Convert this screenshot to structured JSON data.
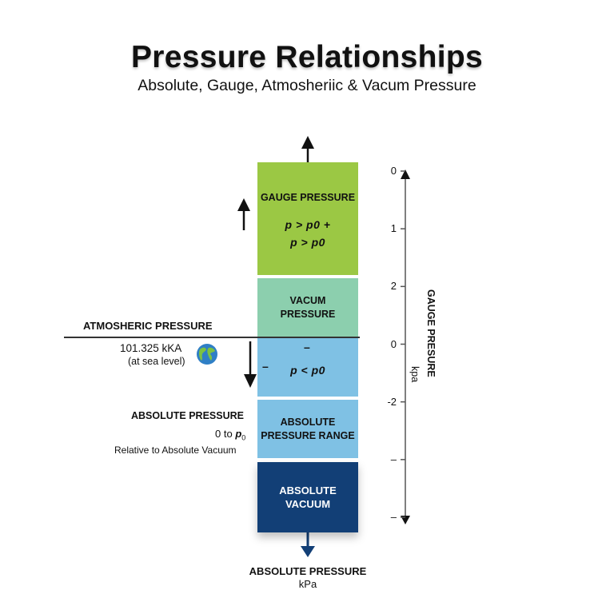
{
  "title": "Pressure Relationships",
  "subtitle": "Absolute, Gauge, Atmosheriic & Vacum Pressure",
  "colors": {
    "gauge": "#9bc844",
    "vacuum": "#8ccfae",
    "below_atm": "#7fc1e4",
    "absolute_range": "#7fc1e4",
    "absolute_vacuum": "#123f76"
  },
  "blocks": {
    "gauge": {
      "label": "GAUGE PRESSURE",
      "formula1": "p > p0 +",
      "formula2": "p > p0"
    },
    "vacuum": {
      "label_line1": "VACUM",
      "label_line2": "PRESSURE"
    },
    "below_atm": {
      "top_sign": "–",
      "left_sign": "–",
      "formula": "p < p0"
    },
    "absolute_range": {
      "label_line1": "ABSOLUTE",
      "label_line2": "PRESSURE RANGE"
    },
    "absolute_vacuum": {
      "label_line1": "ABSOLUTE",
      "label_line2": "VACUUM"
    }
  },
  "atmospheric": {
    "label": "ATMOSHERIC PRESSURE",
    "value": "101.325 kKA",
    "note": "(at sea level)",
    "icon": "globe-icon"
  },
  "absolute_side": {
    "label": "ABSOLUTE PRESSURE",
    "range": "0 to",
    "range_symbol": "p",
    "range_sub": "0",
    "relative": "Relative to Absolute Vacuum"
  },
  "bottom_axis": {
    "label": "ABSOLUTE PRESSURE",
    "unit": "kPa"
  },
  "gauge_axis": {
    "title": "GAUGE PRESURE",
    "unit": "kpa",
    "ticks": [
      "0",
      "1",
      "2",
      "0",
      "-2",
      "–",
      "–"
    ]
  }
}
